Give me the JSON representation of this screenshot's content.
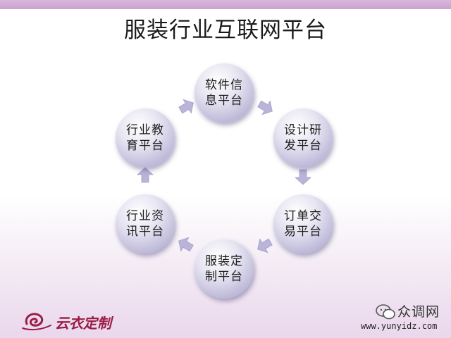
{
  "title": "服装行业互联网平台",
  "nodes": [
    {
      "id": "software-info",
      "lines": [
        "软件信",
        "息平台"
      ]
    },
    {
      "id": "design-dev",
      "lines": [
        "设计研",
        "发平台"
      ]
    },
    {
      "id": "order-trade",
      "lines": [
        "订单交",
        "易平台"
      ]
    },
    {
      "id": "custom-clothing",
      "lines": [
        "服装定",
        "制平台"
      ]
    },
    {
      "id": "industry-info",
      "lines": [
        "行业资",
        "讯平台"
      ]
    },
    {
      "id": "industry-education",
      "lines": [
        "行业教",
        "育平台"
      ]
    }
  ],
  "logo": {
    "text": "云衣定制"
  },
  "watermark": {
    "name": "众调网",
    "url": "www.yunyidz.com"
  },
  "colors": {
    "node_fill": "#bdb9d9",
    "arrow": "#b9b4d8",
    "top_bar": "#caa3cf",
    "logo": "#9b1c46"
  }
}
